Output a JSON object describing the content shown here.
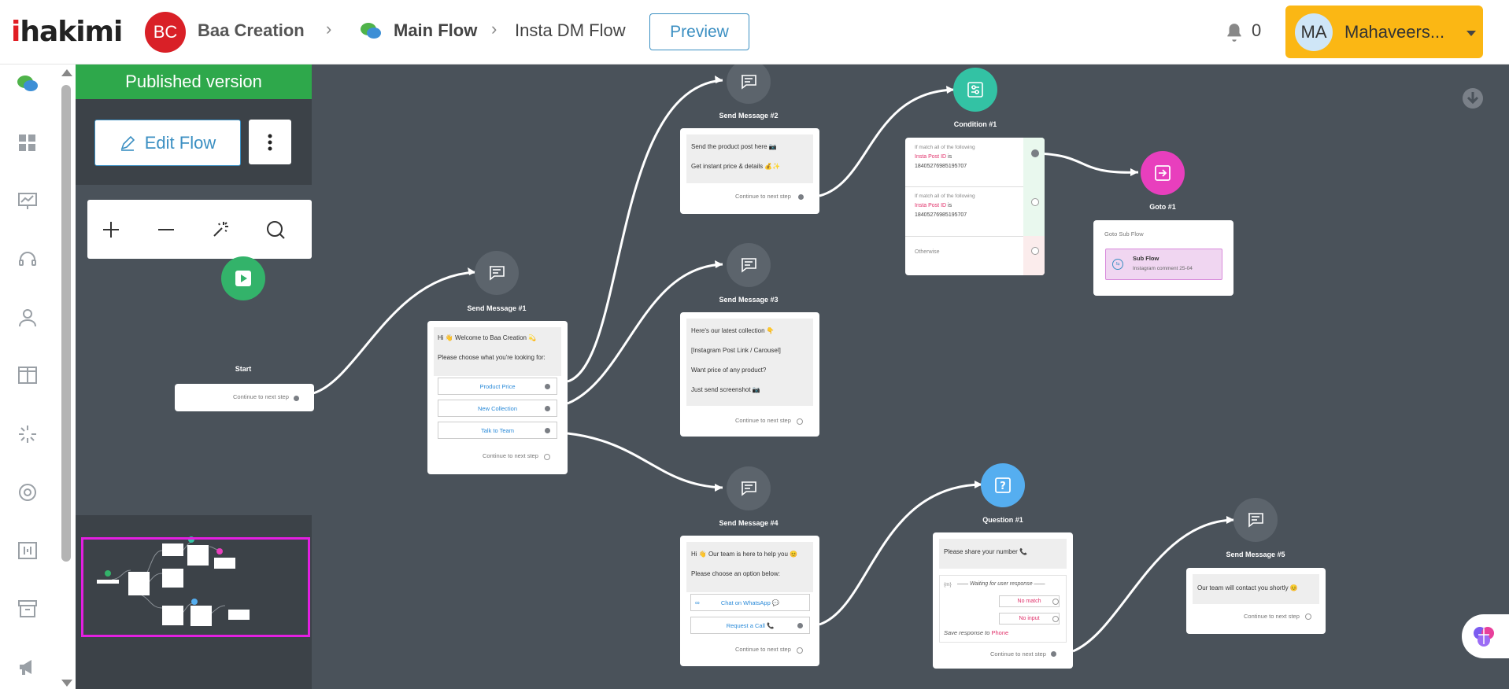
{
  "header": {
    "logo": {
      "i": "i",
      "rest": "hakimi"
    },
    "workspace_initials": "BC",
    "workspace_name": "Baa Creation",
    "flow_name": "Main Flow",
    "subflow_name": "Insta DM Flow",
    "preview_label": "Preview",
    "notification_count": "0",
    "user_initials": "MA",
    "user_name": "Mahaveers..."
  },
  "colors": {
    "brand_red": "#e11d24",
    "accent_blue": "#3b8fc2",
    "published_green": "#2ea84b",
    "user_yellow": "#fbb714",
    "canvas": "#4a525a",
    "start_green": "#33b36a",
    "condition_teal": "#33c2a4",
    "goto_pink": "#e83fbd",
    "question_blue": "#55aef0",
    "message_gray": "#5c646c"
  },
  "sidebar": {
    "items": [
      {
        "icon": "chat-bubbles-icon"
      },
      {
        "icon": "dashboard-grid-icon"
      },
      {
        "icon": "analytics-icon"
      },
      {
        "icon": "support-headset-icon"
      },
      {
        "icon": "contacts-icon"
      },
      {
        "icon": "layout-columns-icon"
      },
      {
        "icon": "automation-icon"
      },
      {
        "icon": "help-lifebuoy-icon"
      },
      {
        "icon": "integrations-icon"
      },
      {
        "icon": "archive-icon"
      },
      {
        "icon": "megaphone-icon"
      }
    ]
  },
  "canvas": {
    "publish_banner": "Published version",
    "edit_flow_label": "Edit Flow",
    "zoom_controls": [
      "zoom-in",
      "zoom-out",
      "auto-layout",
      "search"
    ]
  },
  "nodes": {
    "start": {
      "title": "Start",
      "continue": "Continue to next step"
    },
    "msg1": {
      "title": "Send Message #1",
      "lines": [
        "Hi 👋 Welcome to Baa Creation 💫",
        "Please choose what you're looking for:"
      ],
      "buttons": [
        "Product Price",
        "New Collection",
        "Talk to Team"
      ],
      "continue": "Continue to next step"
    },
    "msg2": {
      "title": "Send Message #2",
      "lines": [
        "Send the product post here 📷",
        "Get instant price & details 💰✨"
      ],
      "continue": "Continue to next step"
    },
    "msg3": {
      "title": "Send Message #3",
      "lines": [
        "Here's our latest collection 👇",
        "[Instagram Post Link / Carousel]",
        "Want price of any product?",
        "Just send screenshot 📷"
      ],
      "continue": "Continue to next step"
    },
    "msg4": {
      "title": "Send Message #4",
      "lines": [
        "Hi 👋 Our team is here to help you 😊",
        "Please choose an option below:"
      ],
      "buttons": [
        "Chat on WhatsApp 💬",
        "Request a Call 📞"
      ],
      "continue": "Continue to next step"
    },
    "condition1": {
      "title": "Condition #1",
      "rows": [
        {
          "hint": "If match all of the following",
          "key": "Insta Post ID",
          "op": "is",
          "value": "18405276985195707"
        },
        {
          "hint": "If match all of the following",
          "key": "Insta Post ID",
          "op": "is",
          "value": "18405276985195707"
        }
      ],
      "otherwise": "Otherwise"
    },
    "goto1": {
      "title": "Goto #1",
      "label": "Goto Sub Flow",
      "subflow_name": "Sub Flow",
      "subflow_desc": "Instagram comment 25-04"
    },
    "question1": {
      "title": "Question #1",
      "prompt": "Please share your number 📞",
      "waiting_tag": "{m}",
      "waiting": "Waiting for user response",
      "no_match": "No match",
      "no_input": "No input",
      "save_prefix": "Save response to",
      "save_var": "Phone",
      "continue": "Continue to next step"
    },
    "msg5": {
      "title": "Send Message #5",
      "lines": [
        "Our team will contact you shortly 😊"
      ],
      "continue": "Continue to next step"
    }
  }
}
